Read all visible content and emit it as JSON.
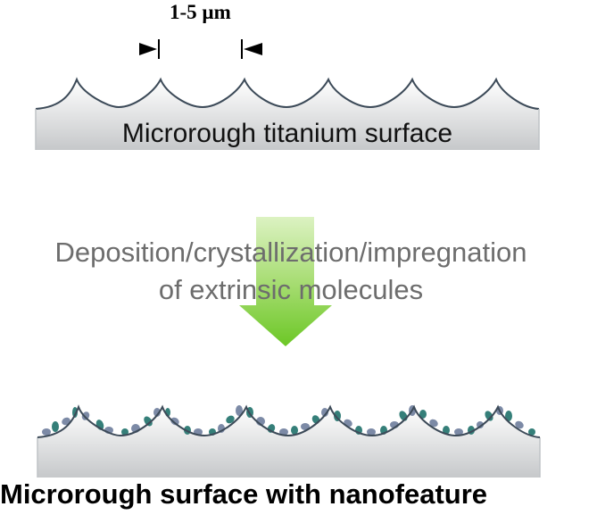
{
  "scale_bar": {
    "label": "1-5 µm"
  },
  "top_panel": {
    "label": "Microrough titanium surface"
  },
  "process": {
    "line1": "Deposition/crystallization/impregnation",
    "line2": "of extrinsic molecules",
    "arrow_color_top": "#d4efb4",
    "arrow_color_bottom": "#72c92a"
  },
  "bottom_panel": {
    "label": "Microrough surface with nanofeature",
    "particle_color_dark": "#357f79",
    "particle_color_light": "#7c8aa6"
  },
  "colors": {
    "surface_outline": "#3c4a58",
    "surface_fill_top": "#ffffff",
    "surface_fill_bottom": "#c6c8ca"
  }
}
